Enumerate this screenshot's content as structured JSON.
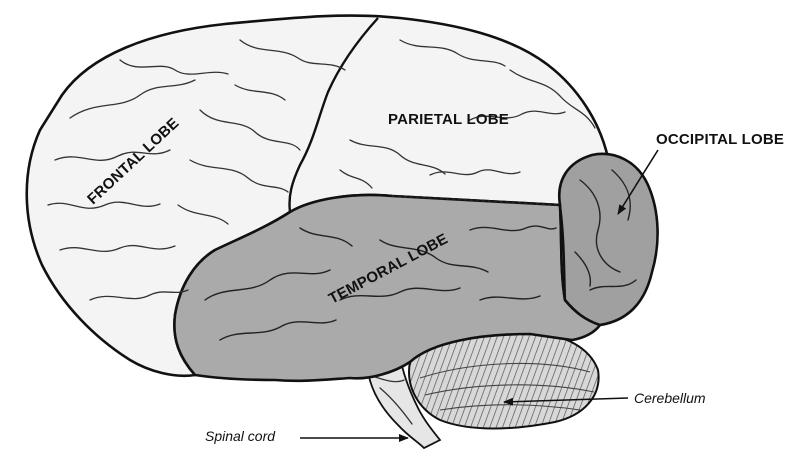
{
  "labels": {
    "frontal": "FRONTAL LOBE",
    "parietal": "PARIETAL LOBE",
    "occipital": "OCCIPITAL LOBE",
    "temporal": "TEMPORAL LOBE",
    "cerebellum": "Cerebellum",
    "spinal_cord": "Spinal cord"
  },
  "colors": {
    "light_lobe": "#f4f4f4",
    "shaded_lobe": "#aaaaaa",
    "outline": "#111111"
  }
}
